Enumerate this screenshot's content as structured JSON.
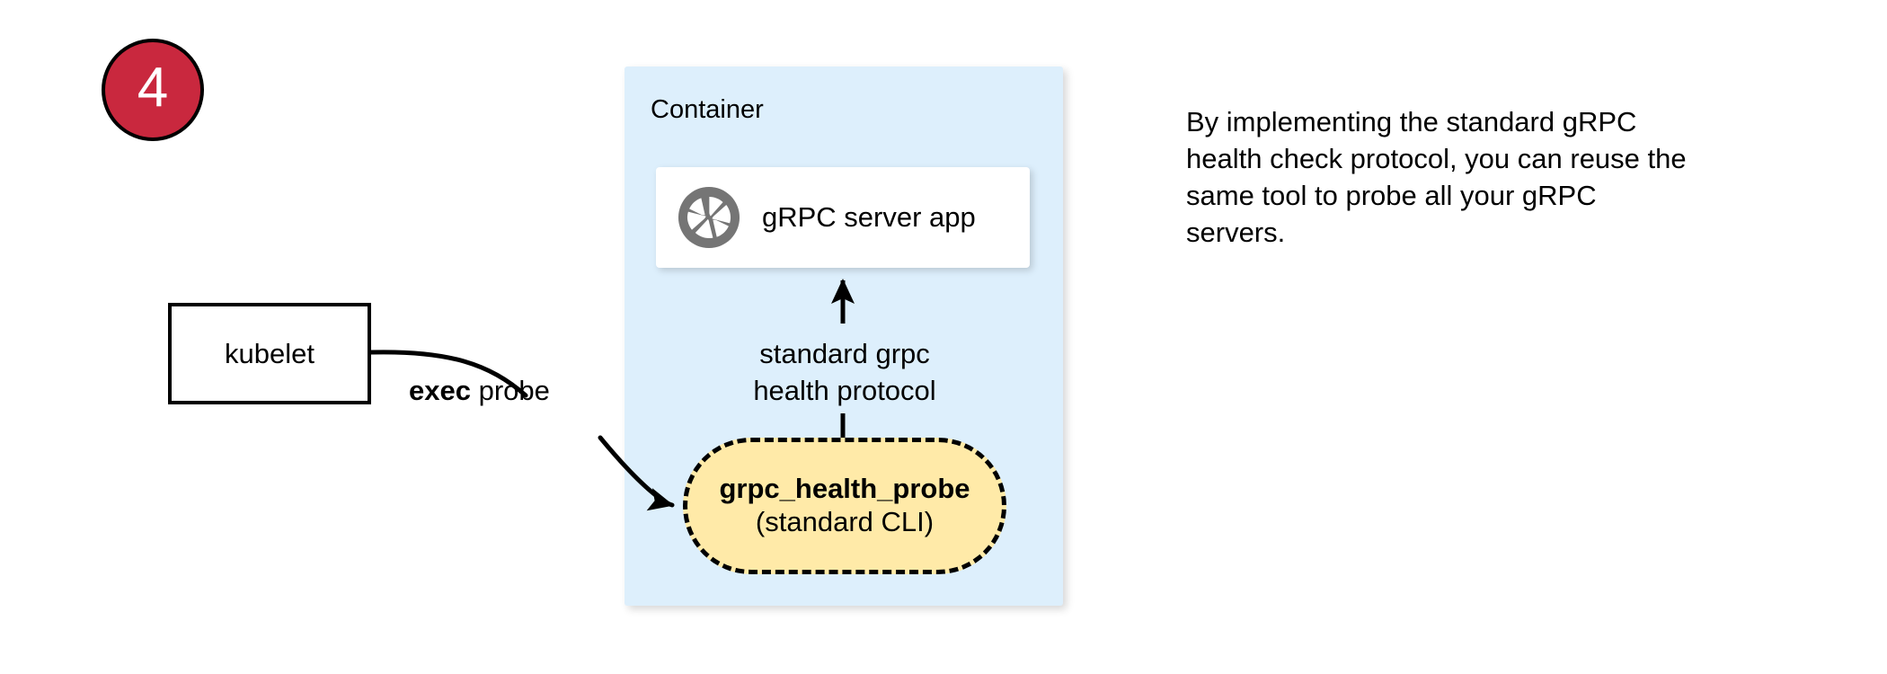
{
  "step": {
    "number": "4",
    "circle_color": "#c9283e",
    "text_color": "#ffffff"
  },
  "container": {
    "label": "Container",
    "fill_color": "#ddeffc"
  },
  "server_card": {
    "label": "gRPC server app",
    "icon": "grpc-aperture-icon",
    "icon_color": "#757575",
    "fill_color": "#ffffff"
  },
  "kubelet": {
    "label": "kubelet",
    "fill_color": "#ffffff",
    "stroke_color": "#000000"
  },
  "probe": {
    "title": "grpc_health_probe",
    "subtitle": "(standard CLI)",
    "fill_color": "#ffeaa8",
    "stroke_color": "#000000",
    "stroke_style": "dashed"
  },
  "edges": {
    "exec_probe": {
      "bold_text": "exec",
      "plain_text": " probe"
    },
    "protocol": {
      "line1": "standard grpc",
      "line2": "health protocol"
    }
  },
  "description": {
    "text": "By implementing the standard gRPC health check protocol, you can reuse the same tool to probe all your gRPC servers."
  }
}
